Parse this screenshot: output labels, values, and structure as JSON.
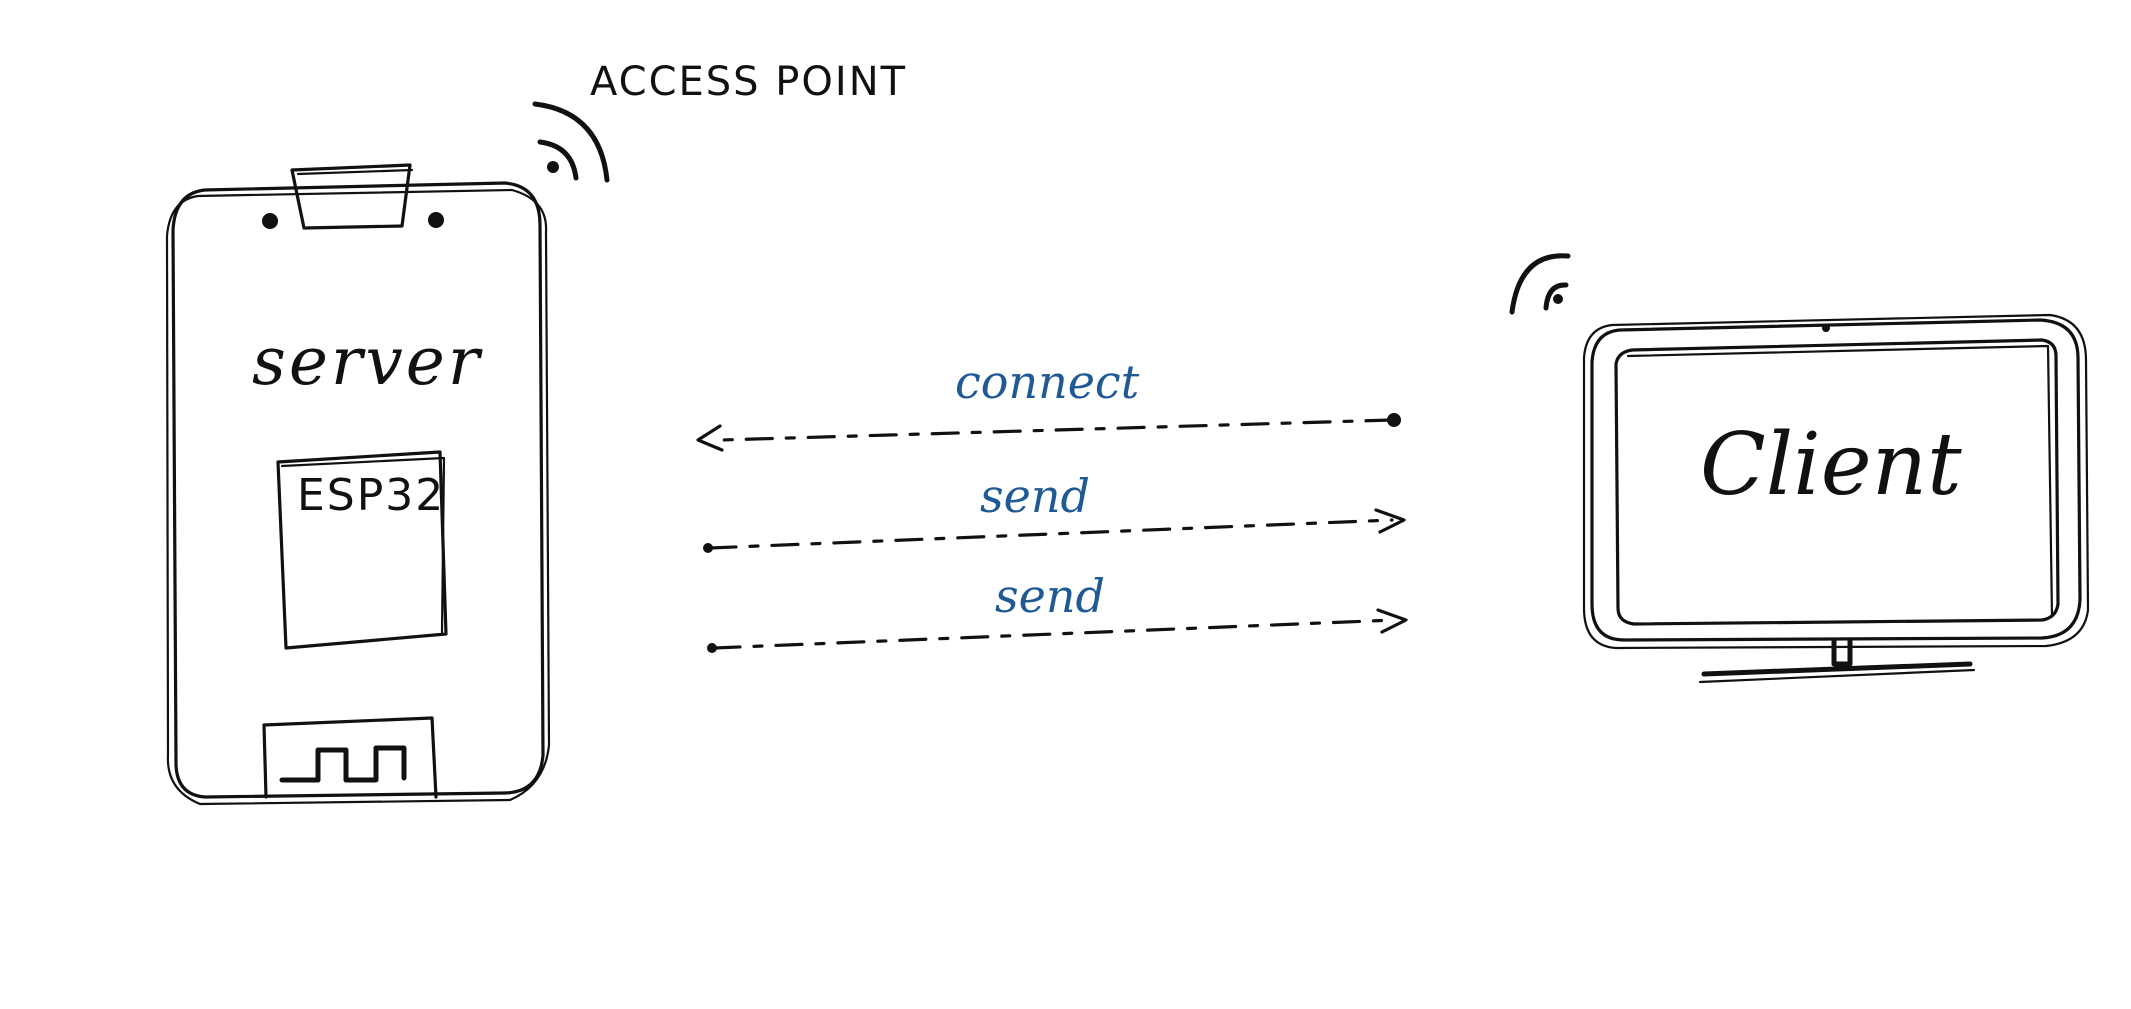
{
  "nodes": {
    "access_point_label": "ACCESS POINT",
    "server_label": "server",
    "chip_label": "ESP32",
    "client_label": "Client"
  },
  "messages": [
    {
      "label": "connect",
      "direction": "client-to-server"
    },
    {
      "label": "send",
      "direction": "server-to-client"
    },
    {
      "label": "send",
      "direction": "server-to-client"
    }
  ],
  "colors": {
    "ink": "#111111",
    "message_label": "#1f5a94"
  }
}
